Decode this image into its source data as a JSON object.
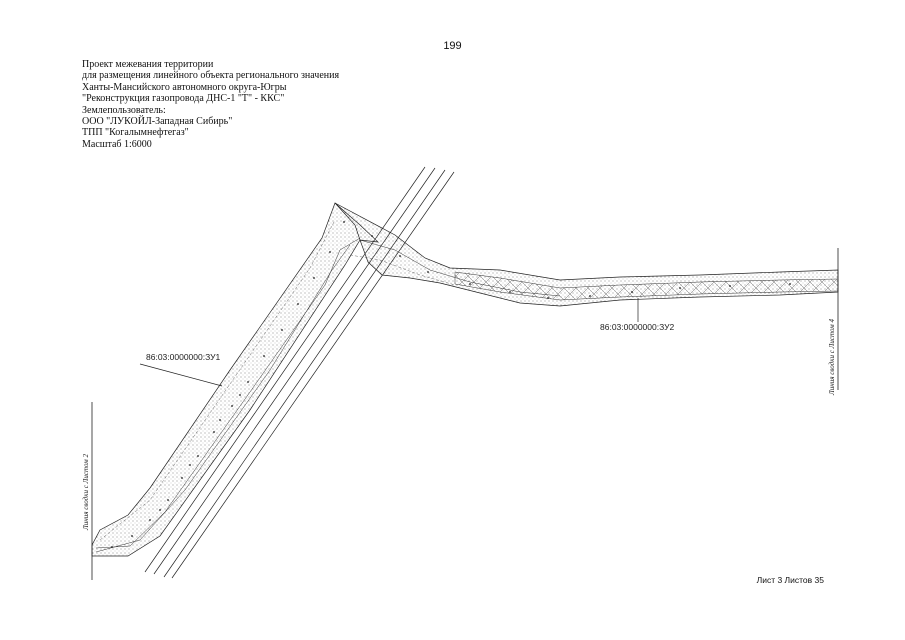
{
  "page": {
    "number": "199"
  },
  "header": {
    "lines": [
      "Проект межевания территории",
      "для размещения линейного объекта регионального значения",
      "Ханты-Мансийского автономного округа-Югры",
      "\"Реконструкция газопровода ДНС-1 \"Т\" - ККС\"",
      "Землепользователь:",
      "ООО \"ЛУКОЙЛ-Западная Сибирь\"",
      "ТПП \"Когалымнефтегаз\"",
      "Масштаб 1:6000"
    ]
  },
  "map": {
    "parcels": [
      {
        "id": "86:03:0000000:ЗУ1"
      },
      {
        "id": "86:03:0000000:ЗУ2"
      }
    ],
    "edge_labels": {
      "left": "Линия сводки с Листом 2",
      "right": "Линия сводки с Листом 4"
    }
  },
  "footer": {
    "sheet": "Лист 3 Листов 35"
  },
  "colors": {
    "ink": "#111111",
    "hatch": "#555555",
    "background": "#ffffff"
  }
}
